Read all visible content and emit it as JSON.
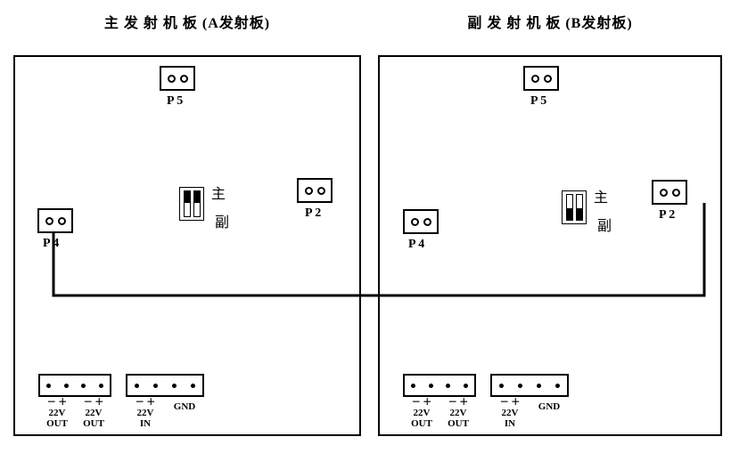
{
  "page": {
    "background": "#ffffff",
    "line_color": "#000000"
  },
  "boards": [
    {
      "title": "主 发 射 机 板 (A发射板)",
      "p5": "P 5",
      "p2": "P 2",
      "p4": "P 4",
      "jumper": {
        "top": "主",
        "bottom": "副",
        "cap_position": "top"
      },
      "terminals": {
        "pairs": [
          {
            "sign": "－ ＋",
            "value": "22V",
            "role": "OUT"
          },
          {
            "sign": "－ ＋",
            "value": "22V",
            "role": "OUT"
          },
          {
            "sign": "－ ＋",
            "value": "22V",
            "role": "IN"
          }
        ],
        "gnd": "GND"
      }
    },
    {
      "title": "副 发 射 机 板 (B发射板)",
      "p5": "P 5",
      "p2": "P 2",
      "p4": "P 4",
      "jumper": {
        "top": "主",
        "bottom": "副",
        "cap_position": "bottom"
      },
      "terminals": {
        "pairs": [
          {
            "sign": "－ ＋",
            "value": "22V",
            "role": "OUT"
          },
          {
            "sign": "－ ＋",
            "value": "22V",
            "role": "OUT"
          },
          {
            "sign": "－ ＋",
            "value": "22V",
            "role": "IN"
          }
        ],
        "gnd": "GND"
      }
    }
  ]
}
